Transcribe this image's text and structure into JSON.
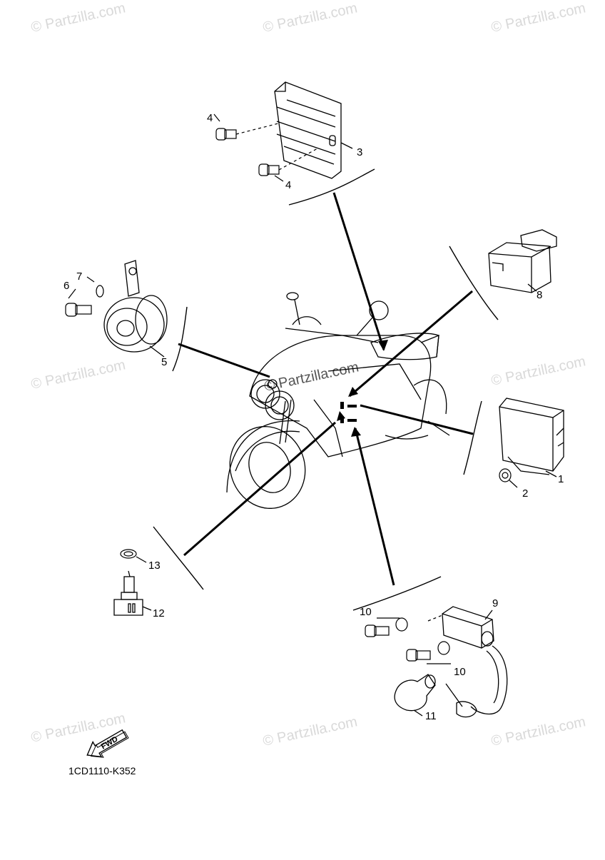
{
  "watermark_text": "© Partzilla.com",
  "diagram_code": "1CD1110-K352",
  "fwd_label": "FWD",
  "callouts": [
    "1",
    "2",
    "3",
    "4",
    "4",
    "5",
    "6",
    "7",
    "8",
    "9",
    "10",
    "10",
    "11",
    "12",
    "13"
  ]
}
